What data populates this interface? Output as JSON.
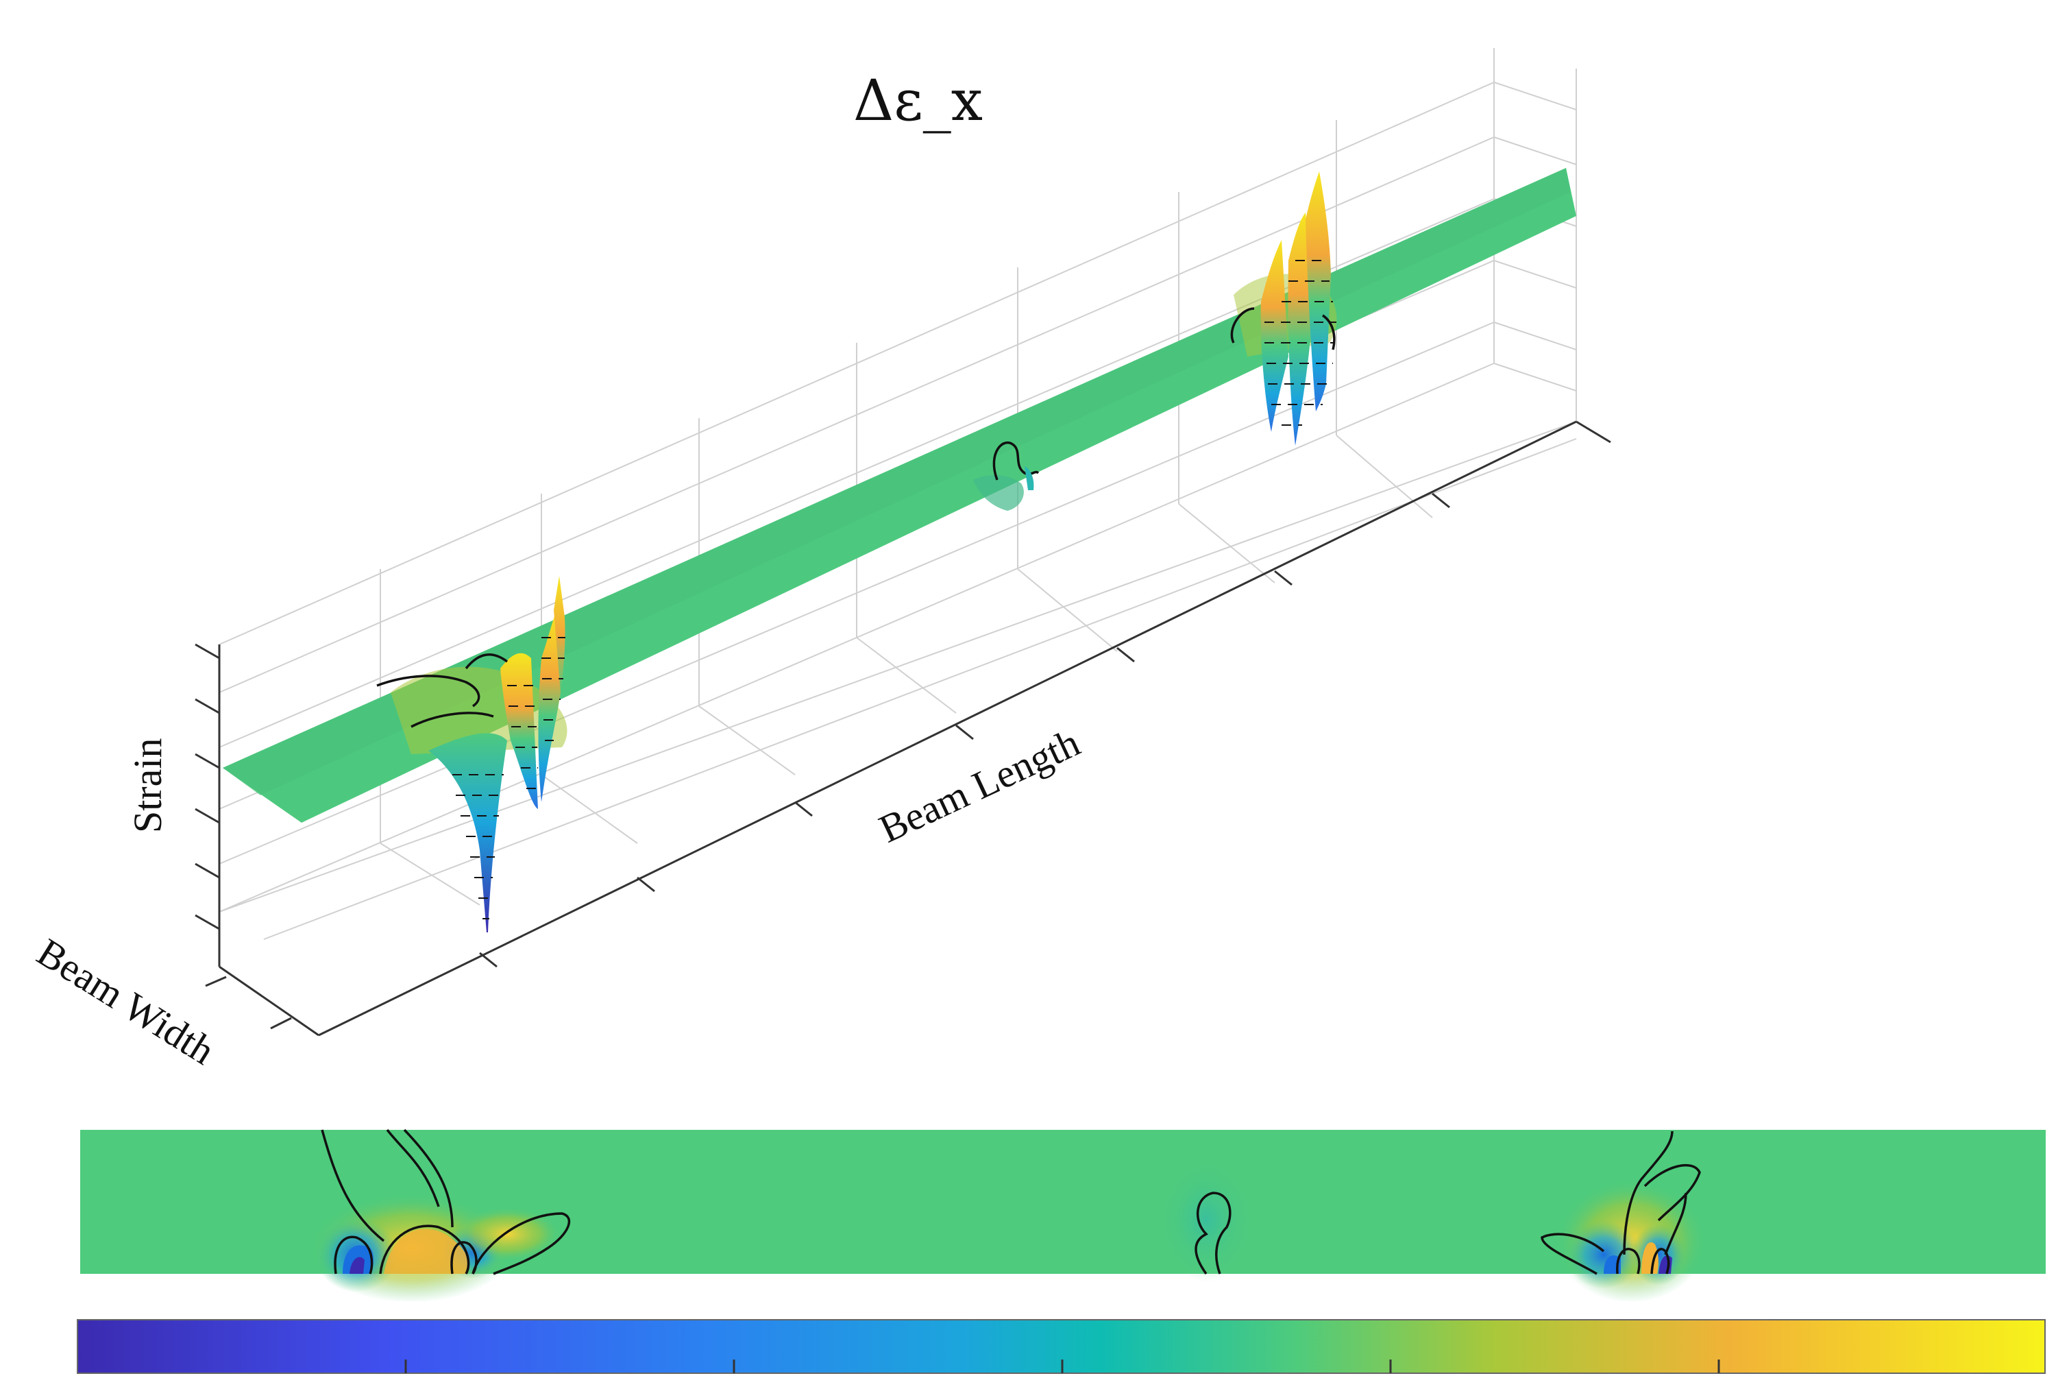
{
  "chart_data": [
    {
      "type": "surface",
      "title": "Δε_x",
      "xlabel": "Beam Length",
      "ylabel": "Beam Width",
      "zlabel": "Strain",
      "grid": true,
      "colormap": "parula",
      "colors": {
        "low": "#3b2bb0",
        "mid": "#4dc97f",
        "high": "#f5e720",
        "ridge": "#f3a73a"
      }
    },
    {
      "type": "heatmap",
      "title": "",
      "colormap": "parula",
      "background_color": "#4ecb7d"
    },
    {
      "type": "colorbar",
      "colormap": "parula",
      "colors": [
        "#3b2bb0",
        "#3f51f0",
        "#1ca5dc",
        "#0fbcb2",
        "#4fcb7c",
        "#a9c83a",
        "#f1b337",
        "#f7f31b"
      ]
    }
  ]
}
